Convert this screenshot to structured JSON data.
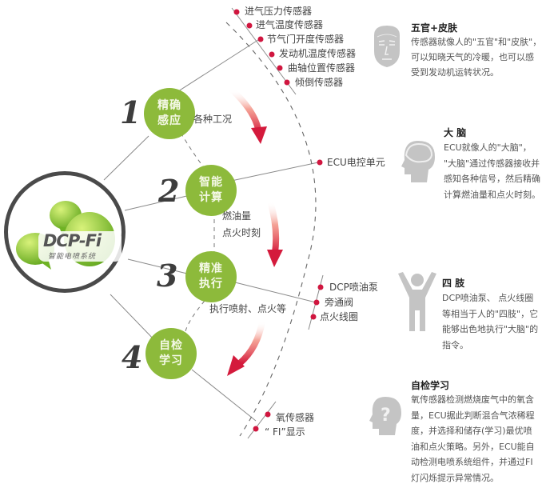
{
  "logo": {
    "brand": "DCP-Fi",
    "subtitle": "智能电喷系统"
  },
  "steps": [
    {
      "number": "1",
      "line1": "精确",
      "line2": "感应",
      "caption": [
        "各种工况"
      ]
    },
    {
      "number": "2",
      "line1": "智能",
      "line2": "计算",
      "caption": [
        "燃油量",
        "点火时刻"
      ]
    },
    {
      "number": "3",
      "line1": "精准",
      "line2": "执行",
      "caption": [
        "执行喷射、点火等"
      ]
    },
    {
      "number": "4",
      "line1": "自检",
      "line2": "学习",
      "caption": []
    }
  ],
  "sensors": [
    "进气压力传感器",
    "进气温度传感器",
    "节气门开度传感器",
    "发动机温度传感器",
    "曲轴位置传感器",
    "倾倒传感器"
  ],
  "ecu": {
    "label": "ECU电控单元"
  },
  "actuators": [
    "DCP喷油泵",
    "旁通阀",
    "点火线圈"
  ],
  "self_check": [
    "氧传感器",
    "“ FI”显示"
  ],
  "panels": [
    {
      "icon": "face-icon",
      "title": "五官+皮肤",
      "lines": [
        "传感器就像人的\"五官\"和\"皮肤\"，",
        "可以知晓天气的冷暖，也可以感",
        "受到发动机运转状况。"
      ]
    },
    {
      "icon": "brain-head-icon",
      "title": "大 脑",
      "lines": [
        "ECU就像人的\"大脑\"，",
        "\"大脑\"通过传感器接收并",
        "感知各种信号，然后精确",
        "计算燃油量和点火时刻。"
      ]
    },
    {
      "icon": "person-arms-up-icon",
      "title": "四 肢",
      "lines": [
        "DCP喷油泵、  点火线圈",
        "等相当于人的\"四肢\"，它",
        "能够出色地执行\"大脑\"的",
        "指令。"
      ]
    },
    {
      "icon": "question-head-icon",
      "title": "自检学习",
      "lines": [
        "氧传感器检测燃烧废气中的氧含",
        "量，ECU据此判断混合气浓稀程",
        "度，并选择和储存(学习)最优喷",
        "油和点火策略。另外，ECU能自",
        "动检测电喷系统组件，并通过FI",
        "灯闪烁提示异常情况。"
      ]
    }
  ],
  "colors": {
    "step_green": "#8dba3b",
    "dot_red": "#d0163f",
    "arrow_red": "#d41a3c",
    "icon_gray": "#c4c4c4",
    "ring_dark": "#4a4a4a"
  }
}
